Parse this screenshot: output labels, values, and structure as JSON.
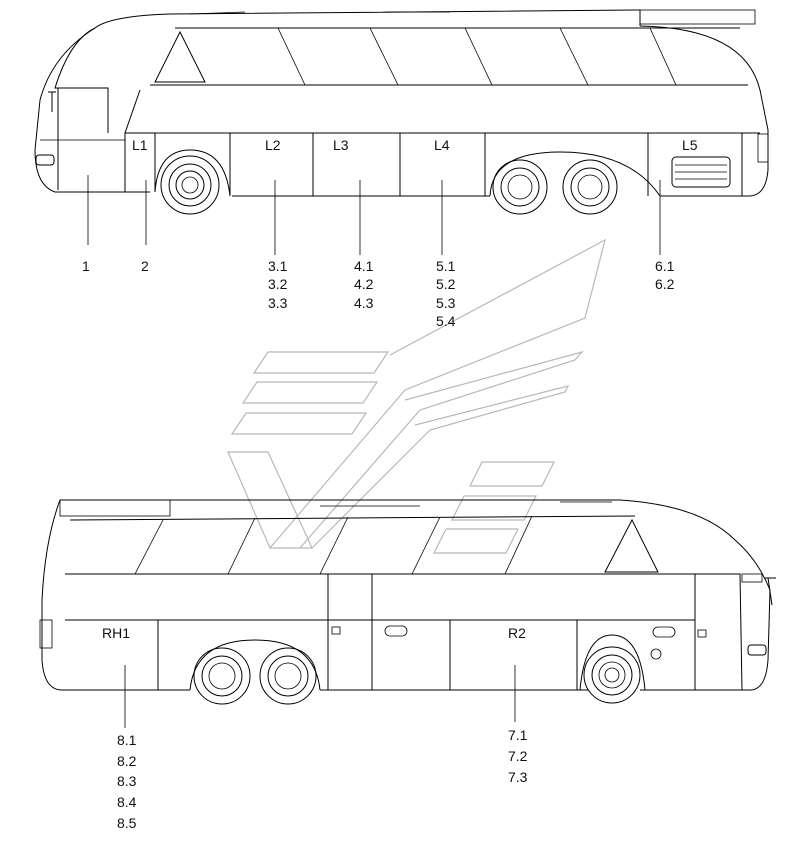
{
  "left_view": {
    "compartment_labels": [
      "L1",
      "L2",
      "L3",
      "L4",
      "L5"
    ],
    "callouts": [
      {
        "lines": [
          "1"
        ]
      },
      {
        "lines": [
          "2"
        ]
      },
      {
        "lines": [
          "3.1",
          "3.2",
          "3.3"
        ]
      },
      {
        "lines": [
          "4.1",
          "4.2",
          "4.3"
        ]
      },
      {
        "lines": [
          "5.1",
          "5.2",
          "5.3",
          "5.4"
        ]
      },
      {
        "lines": [
          "6.1",
          "6.2"
        ]
      }
    ]
  },
  "right_view": {
    "compartment_labels": [
      "RH1",
      "R2"
    ],
    "callouts": [
      {
        "lines": [
          "8.1",
          "8.2",
          "8.3",
          "8.4",
          "8.5"
        ]
      },
      {
        "lines": [
          "7.1",
          "7.2",
          "7.3"
        ]
      }
    ]
  },
  "icons": [
    "bus-left-side-icon",
    "bus-right-side-icon",
    "watermark-logo-icon"
  ]
}
